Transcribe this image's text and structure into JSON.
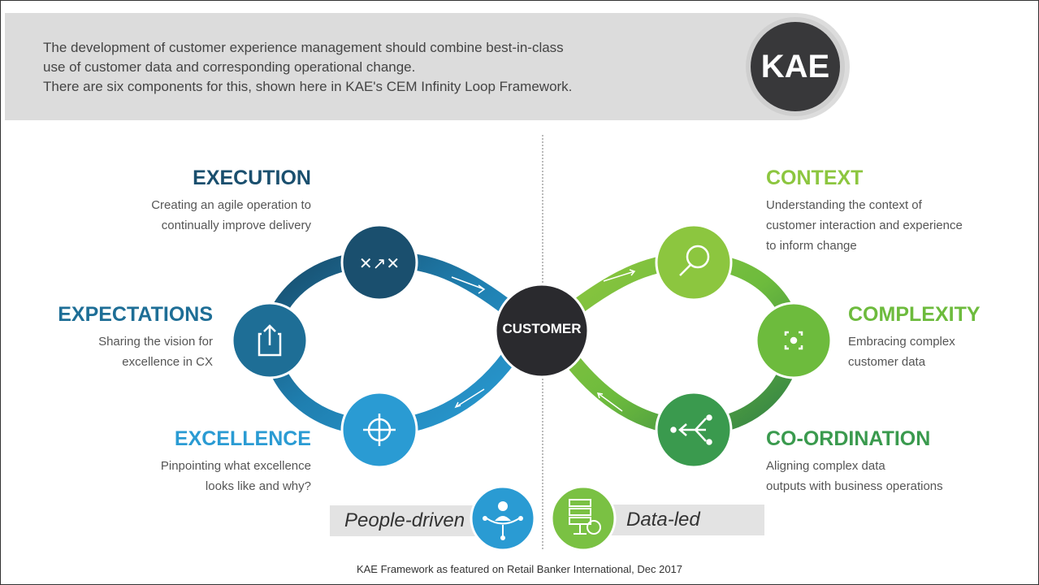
{
  "intro": {
    "lines": [
      "The development of customer experience management should combine best-in-class",
      "use of customer data and corresponding operational change.",
      "There are six components for this, shown here in KAE's CEM Infinity Loop Framework."
    ]
  },
  "logo": "KAE",
  "center": "CUSTOMER",
  "components": {
    "execution": {
      "title": "EXECUTION",
      "lines": [
        "Creating an agile operation to",
        "continually improve delivery"
      ],
      "color": "#1a4f6e"
    },
    "expectations": {
      "title": "EXPECTATIONS",
      "lines": [
        "Sharing the vision for",
        "excellence in CX"
      ],
      "color": "#1e6e96"
    },
    "excellence": {
      "title": "EXCELLENCE",
      "lines": [
        "Pinpointing what excellence",
        "looks like and why?"
      ],
      "color": "#2a9bd3"
    },
    "context": {
      "title": "CONTEXT",
      "lines": [
        "Understanding the context of",
        "customer interaction and experience",
        "to inform change"
      ],
      "color": "#8cc63f"
    },
    "complexity": {
      "title": "COMPLEXITY",
      "lines": [
        "Embracing complex",
        "customer data"
      ],
      "color": "#6dbb3d"
    },
    "coordination": {
      "title": "CO-ORDINATION",
      "lines": [
        "Aligning complex data",
        "outputs with business operations"
      ],
      "color": "#3a9a4e"
    }
  },
  "tags": {
    "people": "People-driven",
    "data": "Data-led"
  },
  "footer": "KAE Framework  as featured  on Retail Banker International,  Dec 2017"
}
